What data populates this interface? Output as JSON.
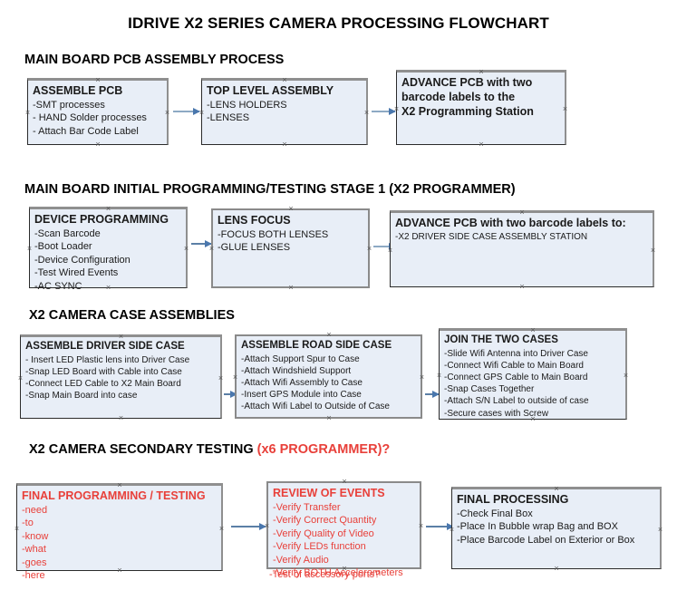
{
  "document": {
    "title": "IDRIVE X2  SERIES CAMERA PROCESSING FLOWCHART",
    "accent_color": "#e8403a",
    "node_fill": "#e8eef7",
    "node_border": "#2b2b2b",
    "connector_color": "#8da9c4"
  },
  "sections": [
    {
      "header": "MAIN BOARD PCB ASSEMBLY PROCESS",
      "header_accent": "",
      "nodes": [
        {
          "title": "ASSEMBLE PCB",
          "lines": [
            "-SMT processes",
            "- HAND Solder processes",
            "- Attach Bar Code Label"
          ]
        },
        {
          "title": "TOP LEVEL ASSEMBLY",
          "lines": [
            "-LENS HOLDERS",
            "-LENSES"
          ]
        },
        {
          "title": "ADVANCE PCB with two",
          "lines": [
            "barcode labels to the",
            " X2 Programming Station"
          ]
        }
      ]
    },
    {
      "header": "MAIN BOARD INITIAL PROGRAMMING/TESTING STAGE 1 (X2 PROGRAMMER)",
      "header_accent": "",
      "nodes": [
        {
          "title": "DEVICE PROGRAMMING",
          "lines": [
            "-Scan Barcode",
            "-Boot Loader",
            "-Device Configuration",
            "-Test Wired Events",
            "-AC SYNC"
          ]
        },
        {
          "title": "LENS FOCUS",
          "lines": [
            "-FOCUS BOTH LENSES",
            "-GLUE LENSES"
          ]
        },
        {
          "title": "ADVANCE PCB with two barcode labels to:",
          "lines": [
            "-X2 DRIVER  SIDE  CASE  ASSEMBLY STATION"
          ]
        }
      ]
    },
    {
      "header": "X2 CAMERA CASE ASSEMBLIES",
      "header_accent": "",
      "nodes": [
        {
          "title": "ASSEMBLE DRIVER SIDE CASE",
          "lines": [
            "- Insert LED Plastic lens into Driver Case",
            "-Snap LED Board with Cable into Case",
            "-Connect LED Cable to X2 Main Board",
            "-Snap Main Board into case"
          ]
        },
        {
          "title": "ASSEMBLE ROAD SIDE CASE",
          "lines": [
            "-Attach Support Spur to Case",
            "-Attach Windshield Support",
            "-Attach Wifi Assembly to Case",
            "-Insert GPS Module into Case",
            "-Attach Wifi Label to Outside of Case"
          ]
        },
        {
          "title": "JOIN THE TWO CASES",
          "lines": [
            "-Slide Wifi Antenna into Driver Case",
            "-Connect Wifi Cable to Main Board",
            "-Connect GPS Cable to Main Board",
            "-Snap Cases Together",
            "-Attach S/N Label to outside of case",
            "-Secure cases with Screw"
          ]
        }
      ]
    },
    {
      "header": "X2 CAMERA SECONDARY TESTING ",
      "header_accent": "(x6 PROGRAMMER)?",
      "nodes": [
        {
          "title": "FINAL PROGRAMMING / TESTING",
          "lines": [
            "-need",
            "-to",
            "-know",
            "-what",
            "-goes",
            "-here"
          ]
        },
        {
          "title": "REVIEW OF EVENTS",
          "lines": [
            "-Verify Transfer",
            "-Verify Correct Quantity",
            "-Verify Quality of Video",
            "-Verify LEDs function",
            "-Verify Audio",
            "-Verify BOTH Accelerometers"
          ],
          "overflow_line": "-Test of accessory ports?"
        },
        {
          "title": "FINAL PROCESSING",
          "lines": [
            " -Check Final Box",
            "-Place In Bubble wrap Bag and BOX",
            "-Place Barcode Label on Exterior or Box"
          ]
        }
      ]
    }
  ]
}
